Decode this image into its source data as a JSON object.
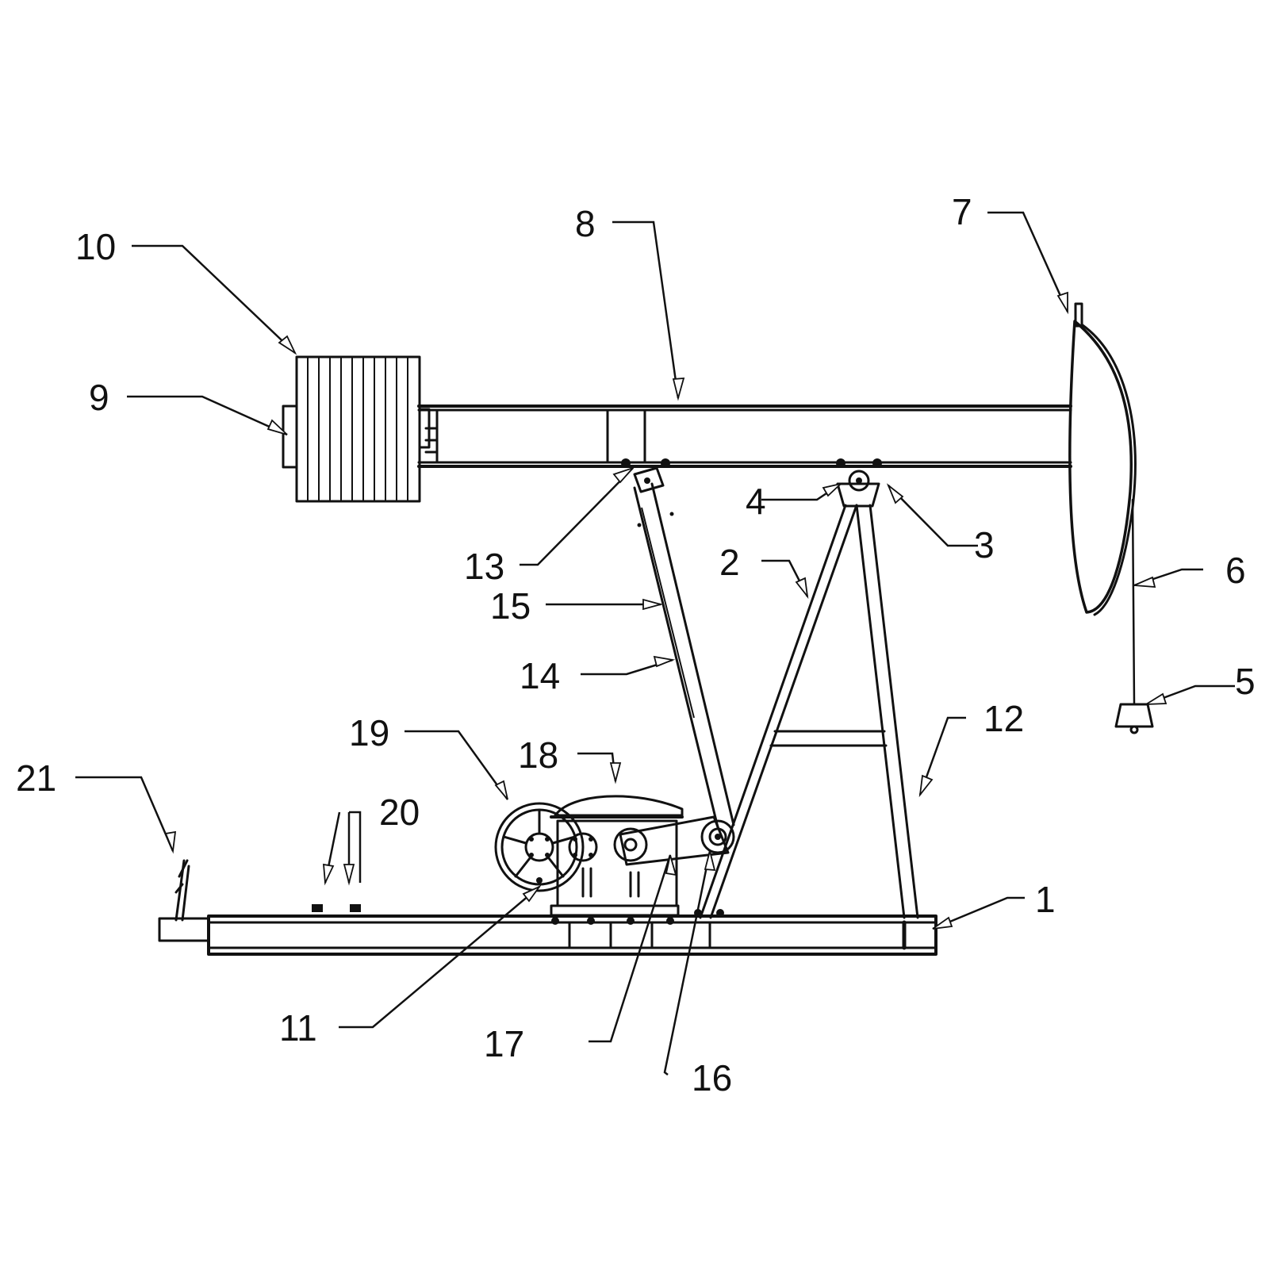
{
  "figure": {
    "callouts": [
      "1",
      "2",
      "3",
      "4",
      "5",
      "6",
      "7",
      "8",
      "9",
      "10",
      "11",
      "12",
      "13",
      "14",
      "15",
      "16",
      "17",
      "18",
      "19",
      "20",
      "21"
    ]
  }
}
